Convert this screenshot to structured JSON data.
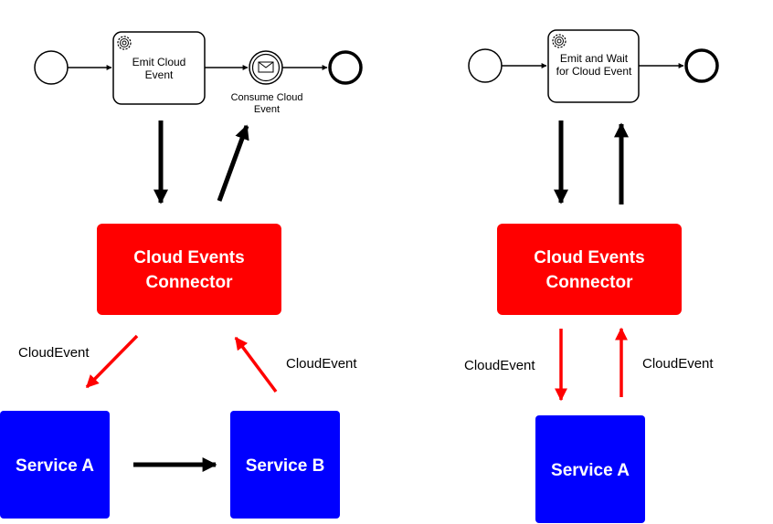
{
  "left": {
    "task": {
      "line1": "Emit Cloud",
      "line2": "Event"
    },
    "catch_event": {
      "line1": "Consume Cloud",
      "line2": "Event"
    },
    "connector": {
      "line1": "Cloud Events",
      "line2": "Connector"
    },
    "edge_label_down": "CloudEvent",
    "edge_label_up": "CloudEvent",
    "service_a": "Service A",
    "service_b": "Service B"
  },
  "right": {
    "task": {
      "line1": "Emit and Wait",
      "line2": "for Cloud Event"
    },
    "connector": {
      "line1": "Cloud Events",
      "line2": "Connector"
    },
    "edge_label_down": "CloudEvent",
    "edge_label_up": "CloudEvent",
    "service_a": "Service A"
  },
  "colors": {
    "connector_fill": "#ff0000",
    "service_fill": "#0000ff",
    "red_arrow": "#ff0000",
    "black_arrow": "#000000"
  }
}
